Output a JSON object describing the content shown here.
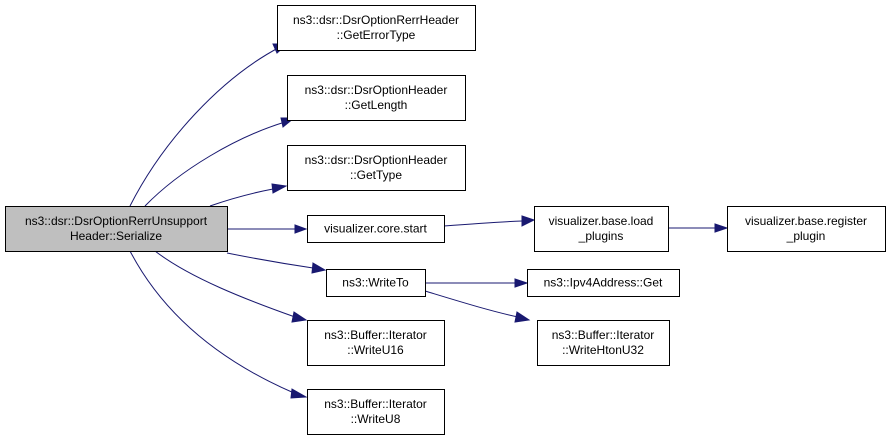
{
  "diagram": {
    "colors": {
      "root_fill": "#bfbfbf",
      "node_fill": "#ffffff",
      "border": "#000000",
      "edge": "#191970"
    },
    "nodes": [
      {
        "id": "serialize",
        "lines": [
          "ns3::dsr::DsrOptionRerrUnsupport",
          "Header::Serialize"
        ],
        "root": true,
        "clickable": false
      },
      {
        "id": "get-error-type",
        "lines": [
          "ns3::dsr::DsrOptionRerrHeader",
          "::GetErrorType"
        ],
        "root": false,
        "clickable": true
      },
      {
        "id": "get-length",
        "lines": [
          "ns3::dsr::DsrOptionHeader",
          "::GetLength"
        ],
        "root": false,
        "clickable": true
      },
      {
        "id": "get-type",
        "lines": [
          "ns3::dsr::DsrOptionHeader",
          "::GetType"
        ],
        "root": false,
        "clickable": true
      },
      {
        "id": "visualizer-core-start",
        "lines": [
          "visualizer.core.start"
        ],
        "root": false,
        "clickable": true
      },
      {
        "id": "visualizer-base-load-plugins",
        "lines": [
          "visualizer.base.load",
          "_plugins"
        ],
        "root": false,
        "clickable": true
      },
      {
        "id": "visualizer-base-register-plugin",
        "lines": [
          "visualizer.base.register",
          "_plugin"
        ],
        "root": false,
        "clickable": true
      },
      {
        "id": "write-to",
        "lines": [
          "ns3::WriteTo"
        ],
        "root": false,
        "clickable": true
      },
      {
        "id": "ipv4address-get",
        "lines": [
          "ns3::Ipv4Address::Get"
        ],
        "root": false,
        "clickable": true
      },
      {
        "id": "write-hton-u32",
        "lines": [
          "ns3::Buffer::Iterator",
          "::WriteHtonU32"
        ],
        "root": false,
        "clickable": true
      },
      {
        "id": "write-u16",
        "lines": [
          "ns3::Buffer::Iterator",
          "::WriteU16"
        ],
        "root": false,
        "clickable": true
      },
      {
        "id": "write-u8",
        "lines": [
          "ns3::Buffer::Iterator",
          "::WriteU8"
        ],
        "root": false,
        "clickable": true
      }
    ],
    "edges": [
      {
        "from": "serialize",
        "to": "get-error-type"
      },
      {
        "from": "serialize",
        "to": "get-length"
      },
      {
        "from": "serialize",
        "to": "get-type"
      },
      {
        "from": "serialize",
        "to": "visualizer-core-start"
      },
      {
        "from": "serialize",
        "to": "write-to"
      },
      {
        "from": "serialize",
        "to": "write-u16"
      },
      {
        "from": "serialize",
        "to": "write-u8"
      },
      {
        "from": "visualizer-core-start",
        "to": "visualizer-base-load-plugins"
      },
      {
        "from": "visualizer-base-load-plugins",
        "to": "visualizer-base-register-plugin"
      },
      {
        "from": "write-to",
        "to": "ipv4address-get"
      },
      {
        "from": "write-to",
        "to": "write-hton-u32"
      }
    ]
  }
}
